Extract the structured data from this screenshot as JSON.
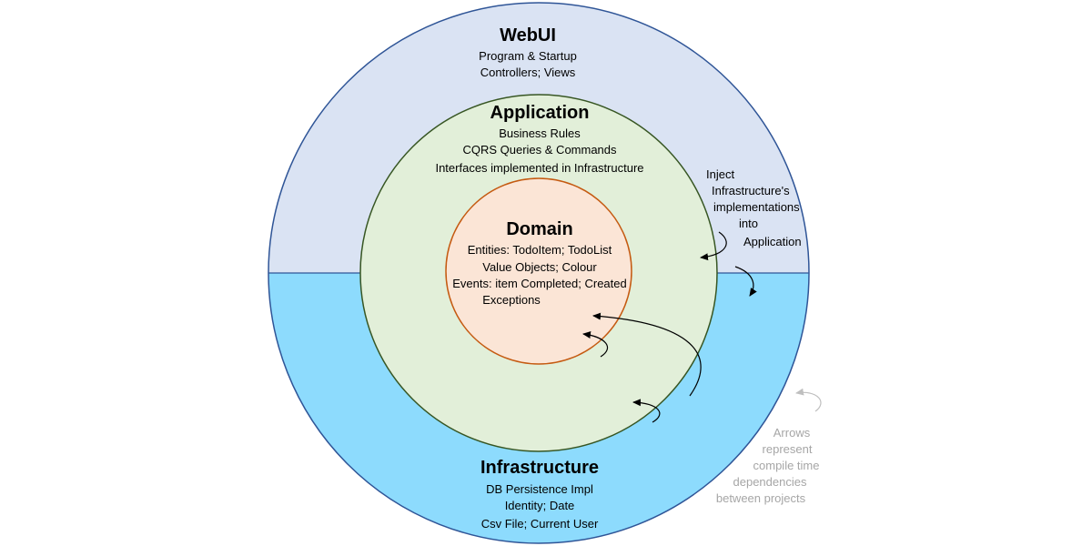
{
  "layers": {
    "webui": {
      "title": "WebUI",
      "lines": [
        "Program & Startup",
        "Controllers; Views"
      ],
      "fill": "#dae3f3",
      "stroke": "#2f5597"
    },
    "application": {
      "title": "Application",
      "lines": [
        "Business Rules",
        "CQRS Queries & Commands",
        "Interfaces implemented in Infrastructure"
      ],
      "fill": "#e2efd9",
      "stroke": "#375623"
    },
    "domain": {
      "title": "Domain",
      "lines": [
        "Entities: TodoItem; TodoList",
        "Value Objects; Colour",
        "Events: item Completed; Created",
        "Exceptions"
      ],
      "fill": "#fbe5d6",
      "stroke": "#c55a11"
    },
    "infrastructure": {
      "title": "Infrastructure",
      "lines": [
        "DB Persistence Impl",
        "Identity; Date",
        "Csv File; Current User"
      ],
      "fill": "#8ddbfd",
      "stroke": "#2f5597"
    }
  },
  "annotation": {
    "lines": [
      "Inject",
      "Infrastructure's",
      "implementations",
      "into",
      "Application"
    ]
  },
  "legend": {
    "lines": [
      "Arrows",
      "represent",
      "compile time",
      "dependencies",
      "between projects"
    ],
    "color": "#a6a6a6"
  }
}
